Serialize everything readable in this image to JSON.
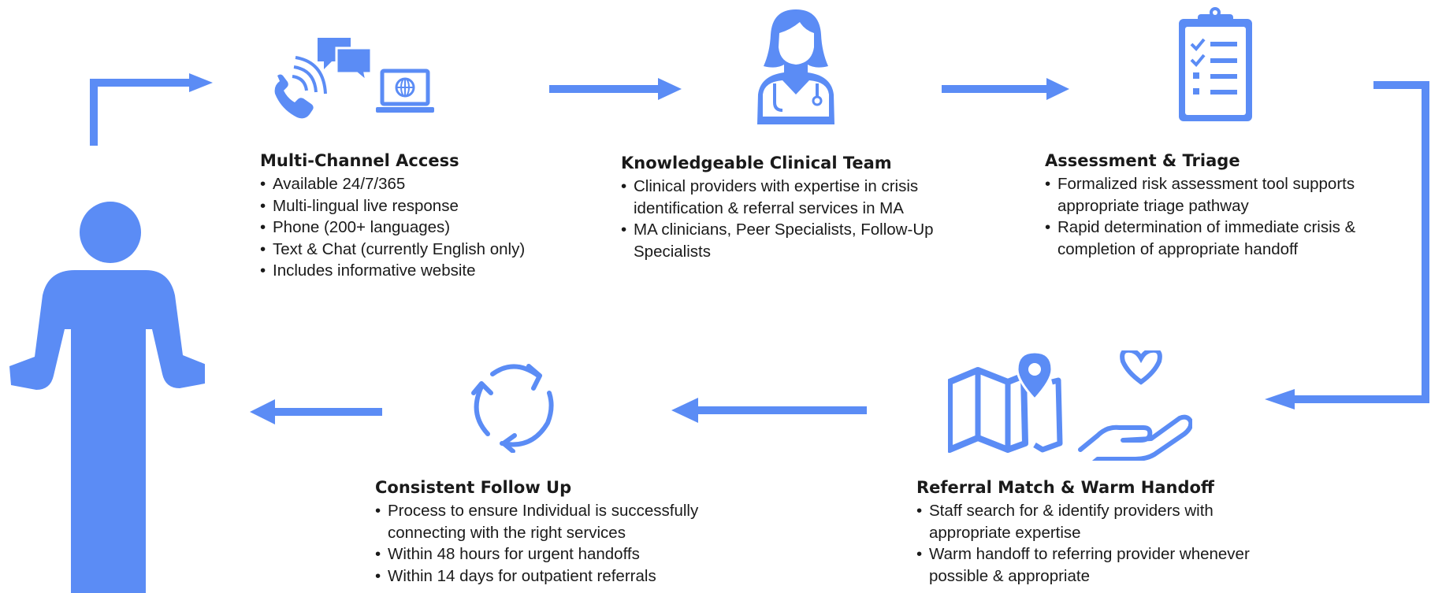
{
  "colors": {
    "accent": "#5b8cf5",
    "text": "#1a1a1a",
    "background": "#ffffff"
  },
  "steps": [
    {
      "title": "Multi-Channel Access",
      "icon": "phone-chat-laptop-icon",
      "bullets": [
        "Available 24/7/365",
        "Multi-lingual live response",
        "Phone (200+ languages)",
        "Text & Chat (currently English only)",
        "Includes informative website"
      ]
    },
    {
      "title": "Knowledgeable Clinical Team",
      "icon": "clinician-stethoscope-icon",
      "bullets": [
        "Clinical providers with expertise in crisis identification & referral services in MA",
        "MA clinicians, Peer Specialists, Follow-Up Specialists"
      ]
    },
    {
      "title": "Assessment & Triage",
      "icon": "clipboard-checklist-icon",
      "bullets": [
        "Formalized risk assessment tool supports appropriate triage pathway",
        "Rapid determination of immediate crisis & completion of appropriate handoff"
      ]
    },
    {
      "title": "Referral Match & Warm Handoff",
      "icon": "map-pin-heart-hand-icon",
      "bullets": [
        "Staff search for & identify providers with appropriate expertise",
        "Warm handoff to referring provider whenever possible & appropriate"
      ]
    },
    {
      "title": "Consistent Follow Up",
      "icon": "cycle-arrows-icon",
      "bullets": [
        "Process to ensure Individual is successfully connecting with the right services",
        "Within 48 hours for urgent handoffs",
        "Within 14 days for outpatient referrals"
      ]
    }
  ]
}
